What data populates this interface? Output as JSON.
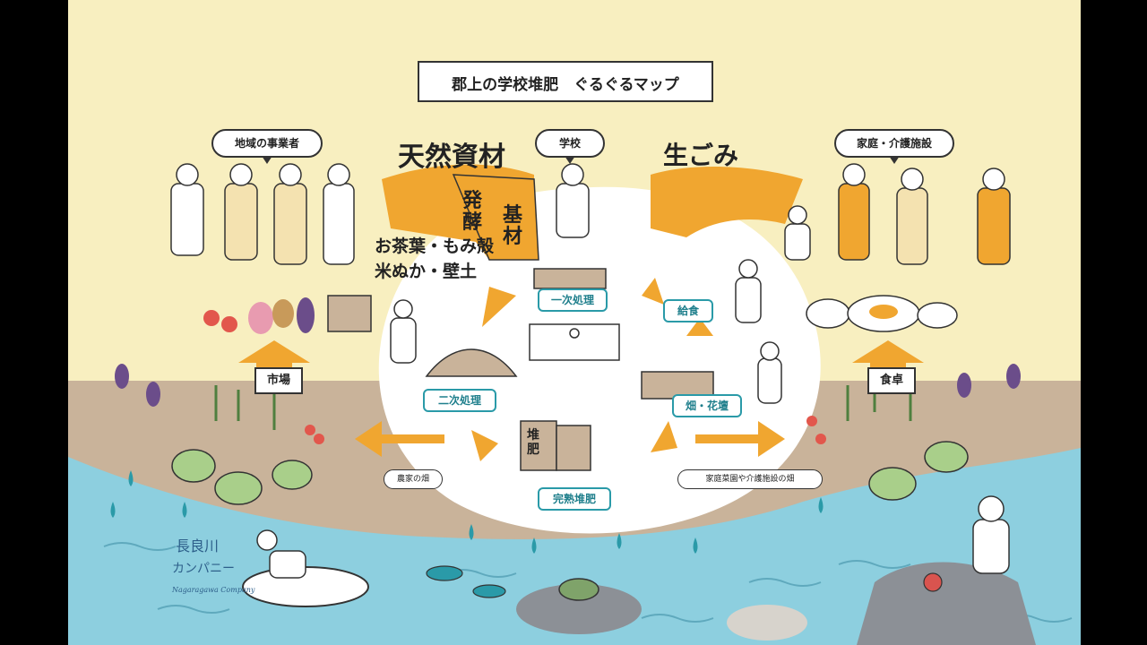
{
  "title": "郡上の学校堆肥　ぐるぐるマップ",
  "groups": {
    "business": "地域の事業者",
    "school": "学校",
    "home": "家庭・介護施設"
  },
  "materials": {
    "natural": "天然資材",
    "ferment": "発酵",
    "base": "基材",
    "list_line1": "お茶葉・もみ殻",
    "list_line2": "米ぬか・壁土"
  },
  "food_waste": "生ごみ",
  "stages": {
    "primary": "一次処理",
    "secondary": "二次処理",
    "finished": "完熟堆肥",
    "lunch": "給食",
    "field": "畑・花壇"
  },
  "compost_bag": "堆肥",
  "destinations": {
    "market": "市場",
    "table": "食卓"
  },
  "tags": {
    "farm": "農家の畑",
    "garden": "家庭菜園や介護施設の畑"
  },
  "logo": {
    "line1": "長良川",
    "line2": "カンパニー",
    "line3": "Nagaragawa Company"
  },
  "colors": {
    "sky": "#f8efc0",
    "soil": "#c9b39a",
    "water": "#8dcfdf",
    "accent": "#f0a630",
    "teal": "#2a9aa8"
  }
}
